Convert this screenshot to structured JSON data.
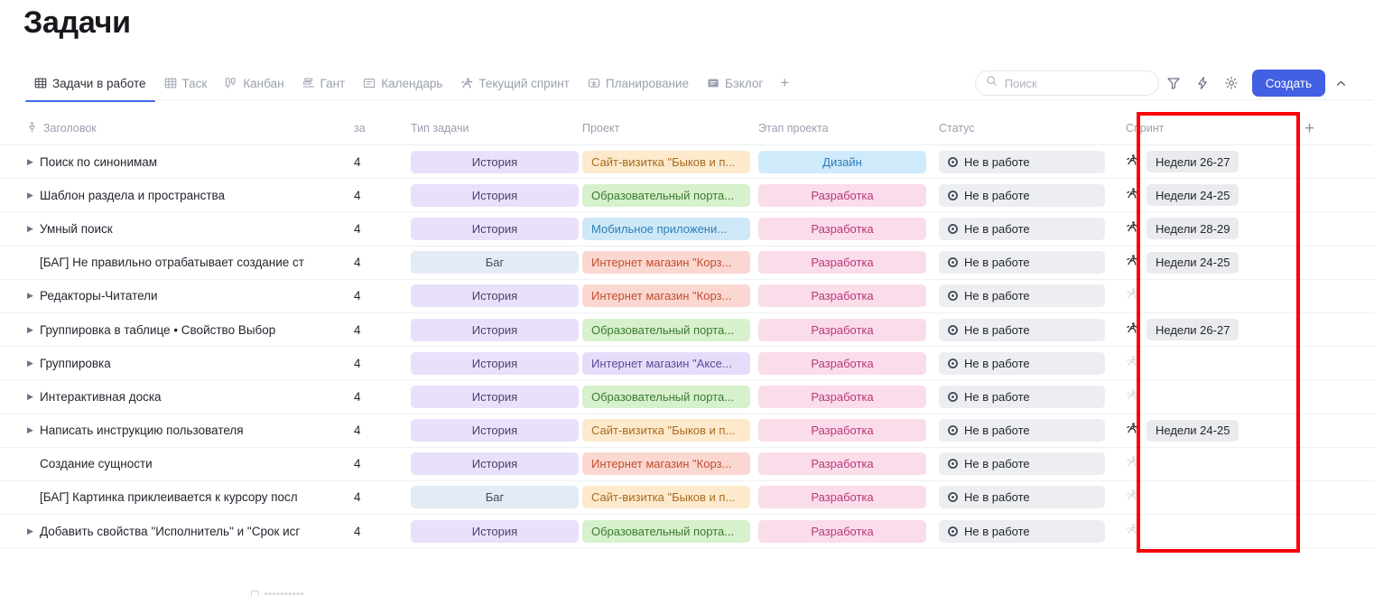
{
  "header": {
    "title": "Задачи"
  },
  "tabs": [
    {
      "label": "Задачи в работе",
      "icon": "table-grid-icon",
      "active": true
    },
    {
      "label": "Таск",
      "icon": "table-grid-icon",
      "active": false
    },
    {
      "label": "Канбан",
      "icon": "kanban-board-icon",
      "active": false
    },
    {
      "label": "Гант",
      "icon": "gantt-chart-icon",
      "active": false
    },
    {
      "label": "Календарь",
      "icon": "calendar-icon",
      "active": false
    },
    {
      "label": "Текущий спринт",
      "icon": "runner-icon",
      "active": false
    },
    {
      "label": "Планирование",
      "icon": "planning-icon",
      "active": false
    },
    {
      "label": "Бэклог",
      "icon": "backlog-icon",
      "active": false
    }
  ],
  "tab_add_label": "+",
  "toolbar": {
    "search_placeholder": "Поиск",
    "search_value": "",
    "filter_icon": "filter-icon",
    "automation_icon": "lightning-icon",
    "settings_icon": "gear-icon",
    "create_label": "Создать",
    "collapse_icon": "chevron-up-icon"
  },
  "table": {
    "columns": [
      {
        "key": "title",
        "label": "Заголовок",
        "icon": "pin-icon"
      },
      {
        "key": "num",
        "label": "за"
      },
      {
        "key": "type",
        "label": "Тип задачи"
      },
      {
        "key": "project",
        "label": "Проект"
      },
      {
        "key": "stage",
        "label": "Этап проекта"
      },
      {
        "key": "status",
        "label": "Статус"
      },
      {
        "key": "sprint",
        "label": "Спринт"
      }
    ],
    "add_column_label": "+",
    "rows": [
      {
        "title": "Поиск по синонимам",
        "expandable": true,
        "num": "4",
        "type": "История",
        "type_bg": "#e9e0fb",
        "type_fg": "#4a3f6b",
        "project": "Сайт-визитка \"Быков и п...",
        "project_bg": "#fdeacd",
        "project_fg": "#a86a1f",
        "stage": "Дизайн",
        "stage_bg": "#cfeafb",
        "stage_fg": "#2a7bb8",
        "status": "Не в работе",
        "sprint": "Недели 26-27",
        "sprint_active": true
      },
      {
        "title": "Шаблон раздела и пространства",
        "expandable": true,
        "num": "4",
        "type": "История",
        "type_bg": "#e9e0fb",
        "type_fg": "#4a3f6b",
        "project": "Образовательный порта...",
        "project_bg": "#d6f1cc",
        "project_fg": "#3d7a33",
        "stage": "Разработка",
        "stage_bg": "#fbdcea",
        "stage_fg": "#b8387a",
        "status": "Не в работе",
        "sprint": "Недели 24-25",
        "sprint_active": true
      },
      {
        "title": "Умный поиск",
        "expandable": true,
        "num": "4",
        "type": "История",
        "type_bg": "#e9e0fb",
        "type_fg": "#4a3f6b",
        "project": "Мобильное приложени...",
        "project_bg": "#cfe8f8",
        "project_fg": "#2c7fb5",
        "stage": "Разработка",
        "stage_bg": "#fbdcea",
        "stage_fg": "#b8387a",
        "status": "Не в работе",
        "sprint": "Недели 28-29",
        "sprint_active": true
      },
      {
        "title": "[БАГ] Не правильно отрабатывает создание ст",
        "expandable": false,
        "num": "4",
        "type": "Баг",
        "type_bg": "#e3ebf4",
        "type_fg": "#3c4a5c",
        "project": "Интернет магазин \"Корз...",
        "project_bg": "#fbd7d1",
        "project_fg": "#c1502f",
        "stage": "Разработка",
        "stage_bg": "#fbdcea",
        "stage_fg": "#b8387a",
        "status": "Не в работе",
        "sprint": "Недели 24-25",
        "sprint_active": true
      },
      {
        "title": "Редакторы-Читатели",
        "expandable": true,
        "num": "4",
        "type": "История",
        "type_bg": "#e9e0fb",
        "type_fg": "#4a3f6b",
        "project": "Интернет магазин \"Корз...",
        "project_bg": "#fbd7d1",
        "project_fg": "#c1502f",
        "stage": "Разработка",
        "stage_bg": "#fbdcea",
        "stage_fg": "#b8387a",
        "status": "Не в работе",
        "sprint": "",
        "sprint_active": false
      },
      {
        "title": "Группировка в таблице • Свойство Выбор",
        "expandable": true,
        "num": "4",
        "type": "История",
        "type_bg": "#e9e0fb",
        "type_fg": "#4a3f6b",
        "project": "Образовательный порта...",
        "project_bg": "#d6f1cc",
        "project_fg": "#3d7a33",
        "stage": "Разработка",
        "stage_bg": "#fbdcea",
        "stage_fg": "#b8387a",
        "status": "Не в работе",
        "sprint": "Недели 26-27",
        "sprint_active": true
      },
      {
        "title": "Группировка",
        "expandable": true,
        "num": "4",
        "type": "История",
        "type_bg": "#e9e0fb",
        "type_fg": "#4a3f6b",
        "project": "Интернет магазин \"Аксе...",
        "project_bg": "#e6dcfa",
        "project_fg": "#5b4a99",
        "stage": "Разработка",
        "stage_bg": "#fbdcea",
        "stage_fg": "#b8387a",
        "status": "Не в работе",
        "sprint": "",
        "sprint_active": false
      },
      {
        "title": "Интерактивная доска",
        "expandable": true,
        "num": "4",
        "type": "История",
        "type_bg": "#e9e0fb",
        "type_fg": "#4a3f6b",
        "project": "Образовательный порта...",
        "project_bg": "#d6f1cc",
        "project_fg": "#3d7a33",
        "stage": "Разработка",
        "stage_bg": "#fbdcea",
        "stage_fg": "#b8387a",
        "status": "Не в работе",
        "sprint": "",
        "sprint_active": false
      },
      {
        "title": "Написать инструкцию пользователя",
        "expandable": true,
        "num": "4",
        "type": "История",
        "type_bg": "#e9e0fb",
        "type_fg": "#4a3f6b",
        "project": "Сайт-визитка \"Быков и п...",
        "project_bg": "#fdeacd",
        "project_fg": "#a86a1f",
        "stage": "Разработка",
        "stage_bg": "#fbdcea",
        "stage_fg": "#b8387a",
        "status": "Не в работе",
        "sprint": "Недели 24-25",
        "sprint_active": true
      },
      {
        "title": "Создание сущности",
        "expandable": false,
        "num": "4",
        "type": "История",
        "type_bg": "#e9e0fb",
        "type_fg": "#4a3f6b",
        "project": "Интернет магазин \"Корз...",
        "project_bg": "#fbd7d1",
        "project_fg": "#c1502f",
        "stage": "Разработка",
        "stage_bg": "#fbdcea",
        "stage_fg": "#b8387a",
        "status": "Не в работе",
        "sprint": "",
        "sprint_active": false
      },
      {
        "title": "[БАГ] Картинка приклеивается к курсору посл",
        "expandable": false,
        "num": "4",
        "type": "Баг",
        "type_bg": "#e3ebf4",
        "type_fg": "#3c4a5c",
        "project": "Сайт-визитка \"Быков и п...",
        "project_bg": "#fdeacd",
        "project_fg": "#a86a1f",
        "stage": "Разработка",
        "stage_bg": "#fbdcea",
        "stage_fg": "#b8387a",
        "status": "Не в работе",
        "sprint": "",
        "sprint_active": false
      },
      {
        "title": "Добавить свойства \"Исполнитель\" и \"Срок исг",
        "expandable": true,
        "num": "4",
        "type": "История",
        "type_bg": "#e9e0fb",
        "type_fg": "#4a3f6b",
        "project": "Образовательный порта...",
        "project_bg": "#d6f1cc",
        "project_fg": "#3d7a33",
        "stage": "Разработка",
        "stage_bg": "#fbdcea",
        "stage_fg": "#b8387a",
        "status": "Не в работе",
        "sprint": "",
        "sprint_active": false
      }
    ]
  },
  "annotation": {
    "highlight_color": "#fb0007",
    "highlight_target": "Спринт"
  }
}
